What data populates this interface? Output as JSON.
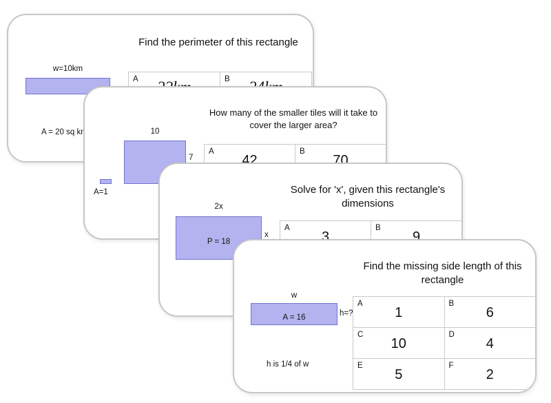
{
  "cards": [
    {
      "title": "Find the perimeter of this rectangle",
      "figure": {
        "width_label": "w=10km",
        "area_label": "A = 20 sq km"
      },
      "options": [
        {
          "letter": "A",
          "value": "22km"
        },
        {
          "letter": "B",
          "value": "24km"
        }
      ]
    },
    {
      "title": "How many of the smaller tiles will it take to cover the larger area?",
      "figure": {
        "width_label": "10",
        "height_label": "7",
        "tile_label": "A=1"
      },
      "options": [
        {
          "letter": "A",
          "value": "42"
        },
        {
          "letter": "B",
          "value": "70"
        }
      ]
    },
    {
      "title": "Solve for 'x', given this rectangle's dimensions",
      "figure": {
        "width_label": "2x",
        "height_label": "x",
        "perimeter_label": "P = 18"
      },
      "options": [
        {
          "letter": "A",
          "value": "3"
        },
        {
          "letter": "B",
          "value": "9"
        }
      ]
    },
    {
      "title": "Find the missing side length of this rectangle",
      "figure": {
        "width_label": "w",
        "area_label": "A = 16",
        "height_label": "h=?",
        "note": "h is 1/4 of w"
      },
      "options": [
        {
          "letter": "A",
          "value": "1"
        },
        {
          "letter": "B",
          "value": "6"
        },
        {
          "letter": "C",
          "value": "10"
        },
        {
          "letter": "D",
          "value": "4"
        },
        {
          "letter": "E",
          "value": "5"
        },
        {
          "letter": "F",
          "value": "2"
        }
      ]
    }
  ],
  "colors": {
    "shape_fill": "#b3b3f0",
    "shape_border": "#7272cf",
    "card_border": "#c7c7c7",
    "table_border": "#c9c9c9"
  }
}
